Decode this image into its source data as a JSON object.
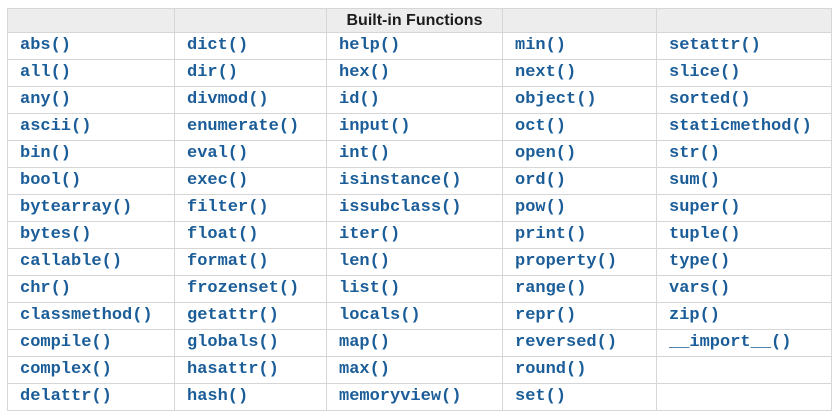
{
  "table": {
    "title": "Built-in Functions",
    "rows": [
      [
        "abs()",
        "dict()",
        "help()",
        "min()",
        "setattr()"
      ],
      [
        "all()",
        "dir()",
        "hex()",
        "next()",
        "slice()"
      ],
      [
        "any()",
        "divmod()",
        "id()",
        "object()",
        "sorted()"
      ],
      [
        "ascii()",
        "enumerate()",
        "input()",
        "oct()",
        "staticmethod()"
      ],
      [
        "bin()",
        "eval()",
        "int()",
        "open()",
        "str()"
      ],
      [
        "bool()",
        "exec()",
        "isinstance()",
        "ord()",
        "sum()"
      ],
      [
        "bytearray()",
        "filter()",
        "issubclass()",
        "pow()",
        "super()"
      ],
      [
        "bytes()",
        "float()",
        "iter()",
        "print()",
        "tuple()"
      ],
      [
        "callable()",
        "format()",
        "len()",
        "property()",
        "type()"
      ],
      [
        "chr()",
        "frozenset()",
        "list()",
        "range()",
        "vars()"
      ],
      [
        "classmethod()",
        "getattr()",
        "locals()",
        "repr()",
        "zip()"
      ],
      [
        "compile()",
        "globals()",
        "map()",
        "reversed()",
        "__import__()"
      ],
      [
        "complex()",
        "hasattr()",
        "max()",
        "round()",
        ""
      ],
      [
        "delattr()",
        "hash()",
        "memoryview()",
        "set()",
        ""
      ]
    ]
  },
  "colors": {
    "link": "#1b5d98",
    "header_bg": "#ededed",
    "border": "#d6d6d6",
    "header_text": "#1c1c1c",
    "page_bg": "#ffffff"
  }
}
